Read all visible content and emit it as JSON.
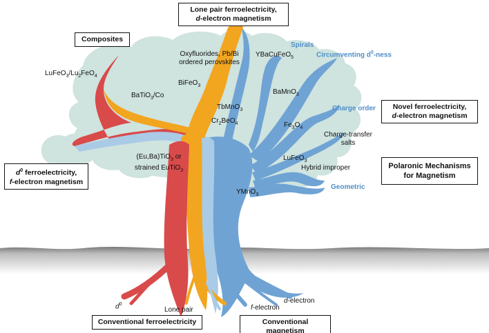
{
  "boxes": {
    "lone_pair_title": "Lone pair ferroelectricity,",
    "lone_pair_sub_italic": "d",
    "lone_pair_sub_rest": "-electron magnetism",
    "composites": "Composites",
    "novel_title": "Novel ferroelectricity,",
    "novel_sub_italic": "d",
    "novel_sub_rest": "-electron magnetism",
    "d0_title_base": "d",
    "d0_title_sup": "0",
    "d0_title_rest": " ferroelectricity,",
    "d0_sub_italic": "f",
    "d0_sub_rest": "-electron magnetism",
    "polaronic_line1": "Polaronic Mechanisms",
    "polaronic_line2": "for Magnetism",
    "conv_ferro": "Conventional ferroelectricity",
    "conv_mag": "Conventional magnetism"
  },
  "labels": {
    "oxyfluorides_1": "Oxyfluorides, Pb/Bi",
    "oxyfluorides_2": "ordered perovskites",
    "lufeo_a": "LuFeO",
    "lufeo_a_sub": "3",
    "lufeo_sep": "/Lu",
    "lufeo_b_sub1": "2",
    "lufeo_b": "FeO",
    "lufeo_b_sub2": "4",
    "batio_co": "BaTiO",
    "batio_co_sub": "3",
    "batio_co_rest": "/Co",
    "bifeo": "BiFeO",
    "bifeo_sub": "3",
    "tbmno": "TbMnO",
    "tbmno_sub": "3",
    "crbeo_a": "Cr",
    "crbeo_sub1": "2",
    "crbeo_b": "BeO",
    "crbeo_sub2": "4",
    "ybaco": "YBaCuFeO",
    "ybaco_sub": "5",
    "bamno": "BaMnO",
    "bamno_sub": "3",
    "feo": "Fe",
    "feo_sub1": "3",
    "feo_b": "O",
    "feo_sub2": "4",
    "ct_1": "Charge-transfer",
    "ct_2": "salts",
    "lufeo3": "LuFeO",
    "lufeo3_sub": "3",
    "hybrid": "Hybrid improper",
    "eubatio_1a": "(Eu,Ba)TiO",
    "eubatio_1sub": "3",
    "eubatio_1b": " or",
    "eubatio_2a": "strained EuTiO",
    "eubatio_2sub": "3",
    "ymno": "YMnO",
    "ymno_sub": "3",
    "root_d0": "d",
    "root_d0_sup": "0",
    "root_lonepair": "Lone pair",
    "root_f": "f",
    "root_f_rest": "-electron",
    "root_d": "d",
    "root_d_rest": "-electron"
  },
  "blue_labels": {
    "spirals": "Spirals",
    "circumventing": "Circumventing d",
    "circumventing_sup": "0",
    "circumventing_rest": "-ness",
    "charge_order": "Charge order",
    "geometric": "Geometric"
  },
  "colors": {
    "red": "#d94a4a",
    "orange": "#f2a51f",
    "blue": "#6fa3d4",
    "light_blue": "#a9cbe6",
    "foliage": "#cfe3df",
    "ground": "#8a8a8a",
    "blue_text": "#4f8fc8"
  }
}
